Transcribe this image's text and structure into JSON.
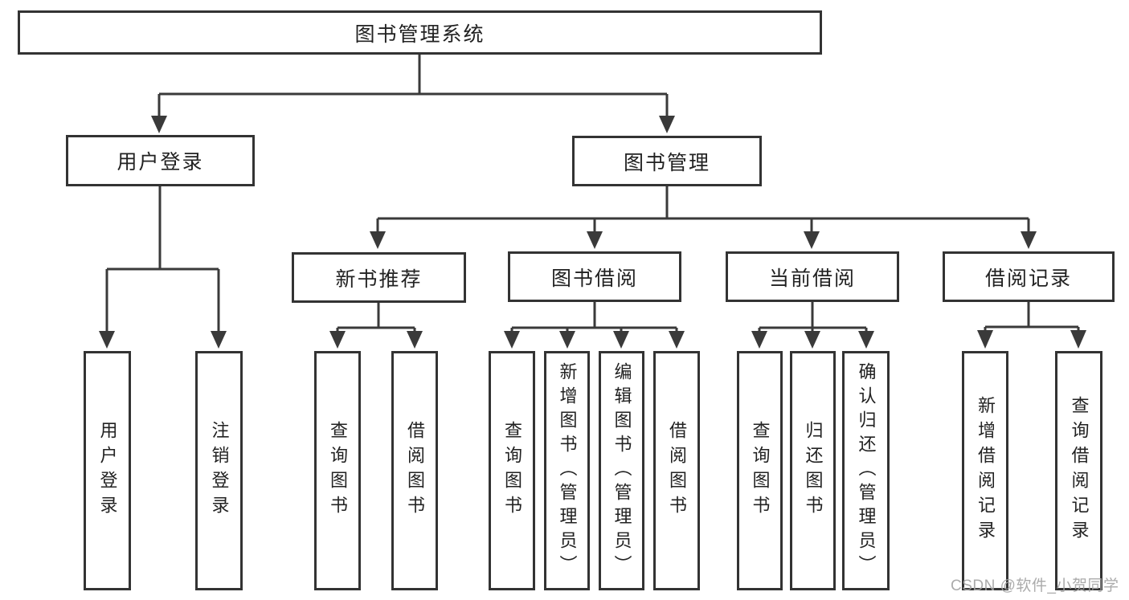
{
  "diagram": {
    "title": "图书管理系统",
    "nodes": {
      "root": "图书管理系统",
      "user_login": "用户登录",
      "book_mgmt": "图书管理",
      "new_book_rec": "新书推荐",
      "book_borrow": "图书借阅",
      "current_borrow": "当前借阅",
      "borrow_record": "借阅记录",
      "leaf_user_login": "用户登录",
      "leaf_logout": "注销登录",
      "leaf_nb_query": "查询图书",
      "leaf_nb_borrow": "借阅图书",
      "leaf_bb_query": "查询图书",
      "leaf_bb_add": "新增图书（管理员）",
      "leaf_bb_edit": "编辑图书（管理员）",
      "leaf_bb_borrow": "借阅图书",
      "leaf_cb_query": "查询图书",
      "leaf_cb_return": "归还图书",
      "leaf_cb_confirm": "确认归还（管理员）",
      "leaf_br_add": "新增借阅记录",
      "leaf_br_query": "查询借阅记录"
    },
    "colors": {
      "line": "#3a3a3a",
      "border": "#333333",
      "text": "#222222",
      "background": "#ffffff"
    }
  },
  "watermark": {
    "text": "CSDN @软件_小贺同学",
    "color": "#a3a3a3"
  }
}
